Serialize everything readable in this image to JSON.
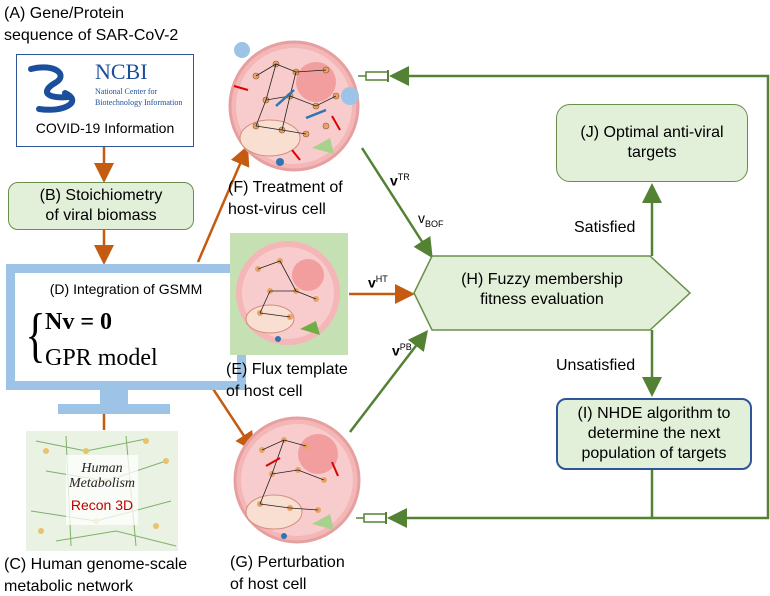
{
  "labels": {
    "a_line1": "(A) Gene/Protein",
    "a_line2": "sequence of SAR-CoV-2",
    "ncbi_title": "NCBI",
    "ncbi_sub1": "National Center for",
    "ncbi_sub2": "Biotechnology Information",
    "ncbi_caption": "COVID-19 Information",
    "b_line1": "(B) Stoichiometry",
    "b_line2": "of viral biomass",
    "d_title": "(D) Integration of GSMM",
    "d_eq1": "Nv = 0",
    "d_eq2": "GPR model",
    "c_img_line1": "Human",
    "c_img_line2": "Metabolism",
    "c_img_recon": "Recon 3D",
    "c_line1": "(C) Human genome-scale",
    "c_line2": "metabolic network",
    "f_line1": "(F) Treatment of",
    "f_line2": "host-virus cell",
    "e_line1": "(E) Flux template",
    "e_line2": "of host cell",
    "g_line1": "(G) Perturbation",
    "g_line2": "of host cell",
    "h_line1": "(H) Fuzzy membership",
    "h_line2": "fitness evaluation",
    "j_line1": "(J) Optimal anti-viral",
    "j_line2": "targets",
    "i_line1": "(I) NHDE algorithm to",
    "i_line2": "determine the next",
    "i_line3": "population of targets",
    "satisfied": "Satisfied",
    "unsatisfied": "Unsatisfied",
    "v_tr_base": "v",
    "v_tr_sup": "TR",
    "v_bof_base": "v",
    "v_bof_sub": "BOF",
    "v_ht_base": "v",
    "v_ht_sup": "HT",
    "v_pb_base": "v",
    "v_pb_sup": "PB"
  },
  "colors": {
    "orange_arrow": "#c55a11",
    "green_arrow": "#548235",
    "box_fill": "#e2efd9",
    "cell_fill": "#f4b6b6",
    "monitor_frame": "#9dc3e6"
  }
}
